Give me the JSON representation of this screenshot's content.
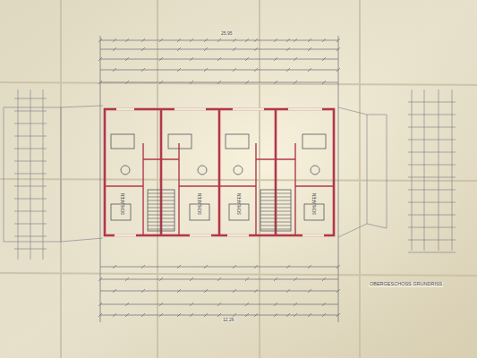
{
  "diagram": {
    "labels": [
      "OBERGESCHOSS GRUNDRISS",
      "SCHLAFEN",
      "SCHLAFEN",
      "SCHLAFEN",
      "SCHLAFEN",
      "25,95",
      "12,26"
    ]
  }
}
